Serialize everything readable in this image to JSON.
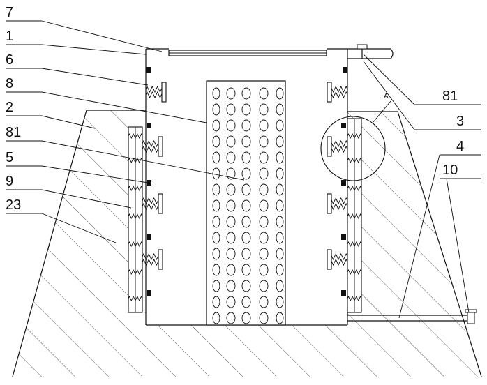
{
  "figure": {
    "labels_left": [
      "7",
      "1",
      "6",
      "8",
      "2",
      "81",
      "5",
      "9",
      "23"
    ],
    "labels_right": [
      "81",
      "3",
      "4",
      "10"
    ],
    "detail_mark": "A"
  }
}
